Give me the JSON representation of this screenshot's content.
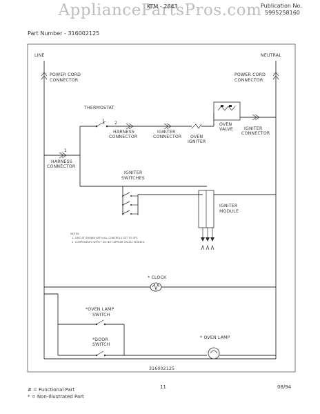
{
  "header": {
    "model": "KTM - 2843",
    "publication_label": "Publication No.",
    "publication_number": "5995258160",
    "part_number_line": "Part Number - 316002125",
    "watermark": "AppliancePartsPros.com"
  },
  "diagram": {
    "line": "LINE",
    "neutral": "NEUTRAL",
    "power_cord_connector_left": [
      "POWER CORD",
      "CONNECTOR"
    ],
    "power_cord_connector_right": [
      "POWER CORD",
      "CONNECTOR"
    ],
    "thermostat": "THERMOSTAT",
    "pin_1": "1",
    "pin_2": "2",
    "harness_connector_top": [
      "HARNESS",
      "CONNECTOR"
    ],
    "igniter_connector_top": [
      "IGNITER",
      "CONNECTOR"
    ],
    "oven_igniter": [
      "OVEN",
      "IGNITER"
    ],
    "oven_valve": [
      "OVEN",
      "VALVE"
    ],
    "igniter_connector_right": [
      "IGNITER",
      "CONNECTOR"
    ],
    "harness_connector_left": [
      "HARNESS",
      "CONNECTOR"
    ],
    "igniter_switches": [
      "IGNITER",
      "SWITCHES"
    ],
    "igniter_module": [
      "IGNITER",
      "MODULE"
    ],
    "notes": [
      "NOTES:",
      "1. CIRCUIT SHOWN WITH ALL CONTROLS SET TO OFF.",
      "2. COMPONENTS WITH * DO NOT APPEAR ON ALL MODELS."
    ],
    "clock": "* CLOCK",
    "oven_lamp_switch": [
      "*OVEN LAMP",
      "SWITCH"
    ],
    "door_switch": [
      "*DOOR",
      "SWITCH"
    ],
    "oven_lamp": "* OVEN LAMP",
    "bottom_code": "316002125"
  },
  "footer": {
    "functional": "# = Functional Part",
    "non_illustrated": "* = Non-Illustrated Part",
    "page": "11",
    "date": "08/94"
  }
}
